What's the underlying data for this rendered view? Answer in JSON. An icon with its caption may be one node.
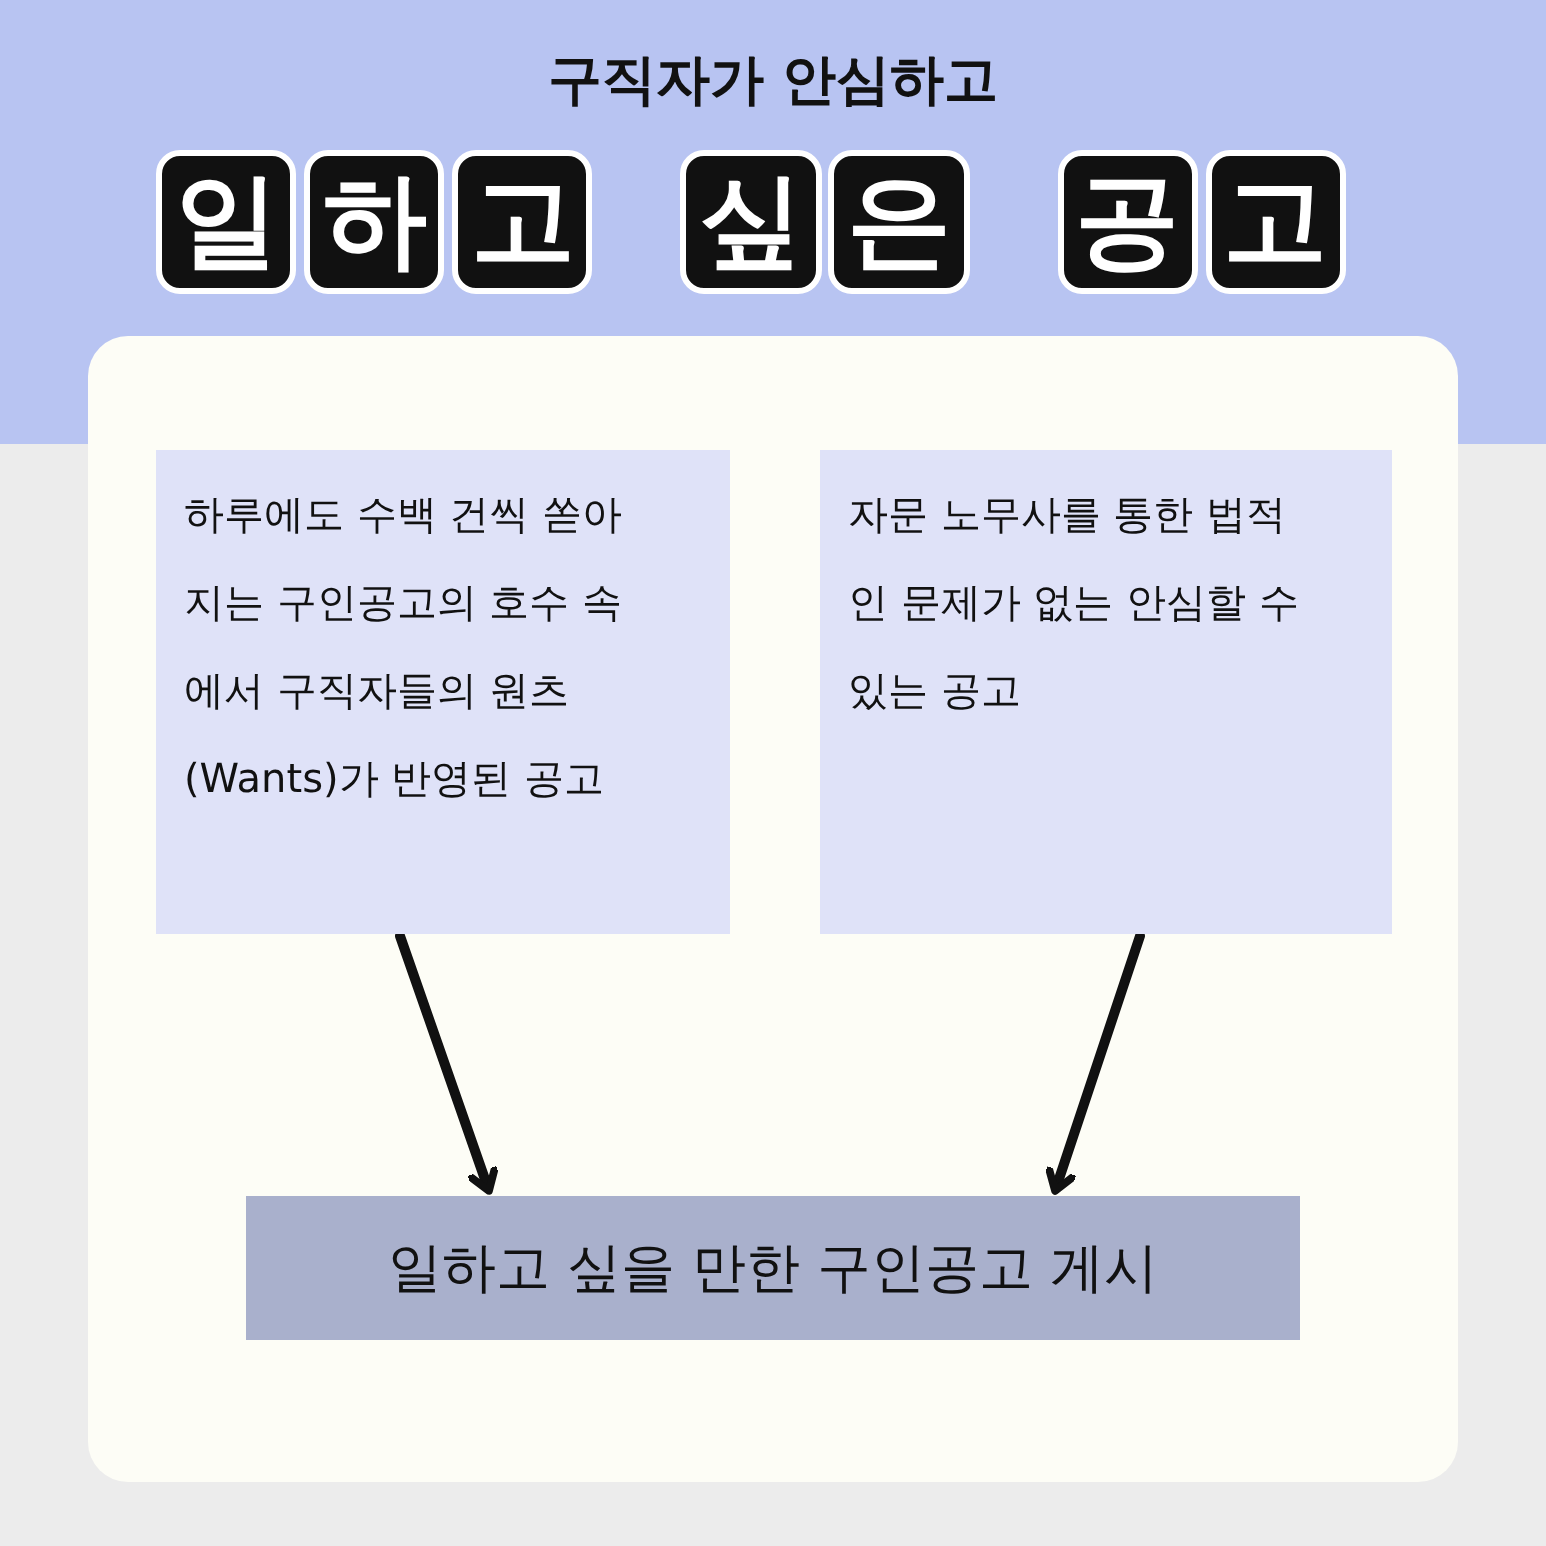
{
  "diagram": {
    "title": "구직자가 안심하고",
    "nodes": [
      {
        "text": [
          "하루에도 수백 건씩 쏟아지는 구인공고의 호수 속에서 구직자들의 원츠(Wants)가 반영된 공고"
        ]
      },
      {
        "text": [
          "자문 노무사를 통한 법적인 문제가 없는 안심할 수 있는 공고"
        ]
      },
      {
        "text": [
          "일하고 싶을 만한 구인공고 게시"
        ]
      }
    ],
    "edges": [
      {
        "from": 0,
        "to": 2,
        "arrow": "to"
      },
      {
        "from": 1,
        "to": 2,
        "arrow": "to"
      }
    ],
    "labels": [
      "일하고 싶은 공고"
    ]
  }
}
